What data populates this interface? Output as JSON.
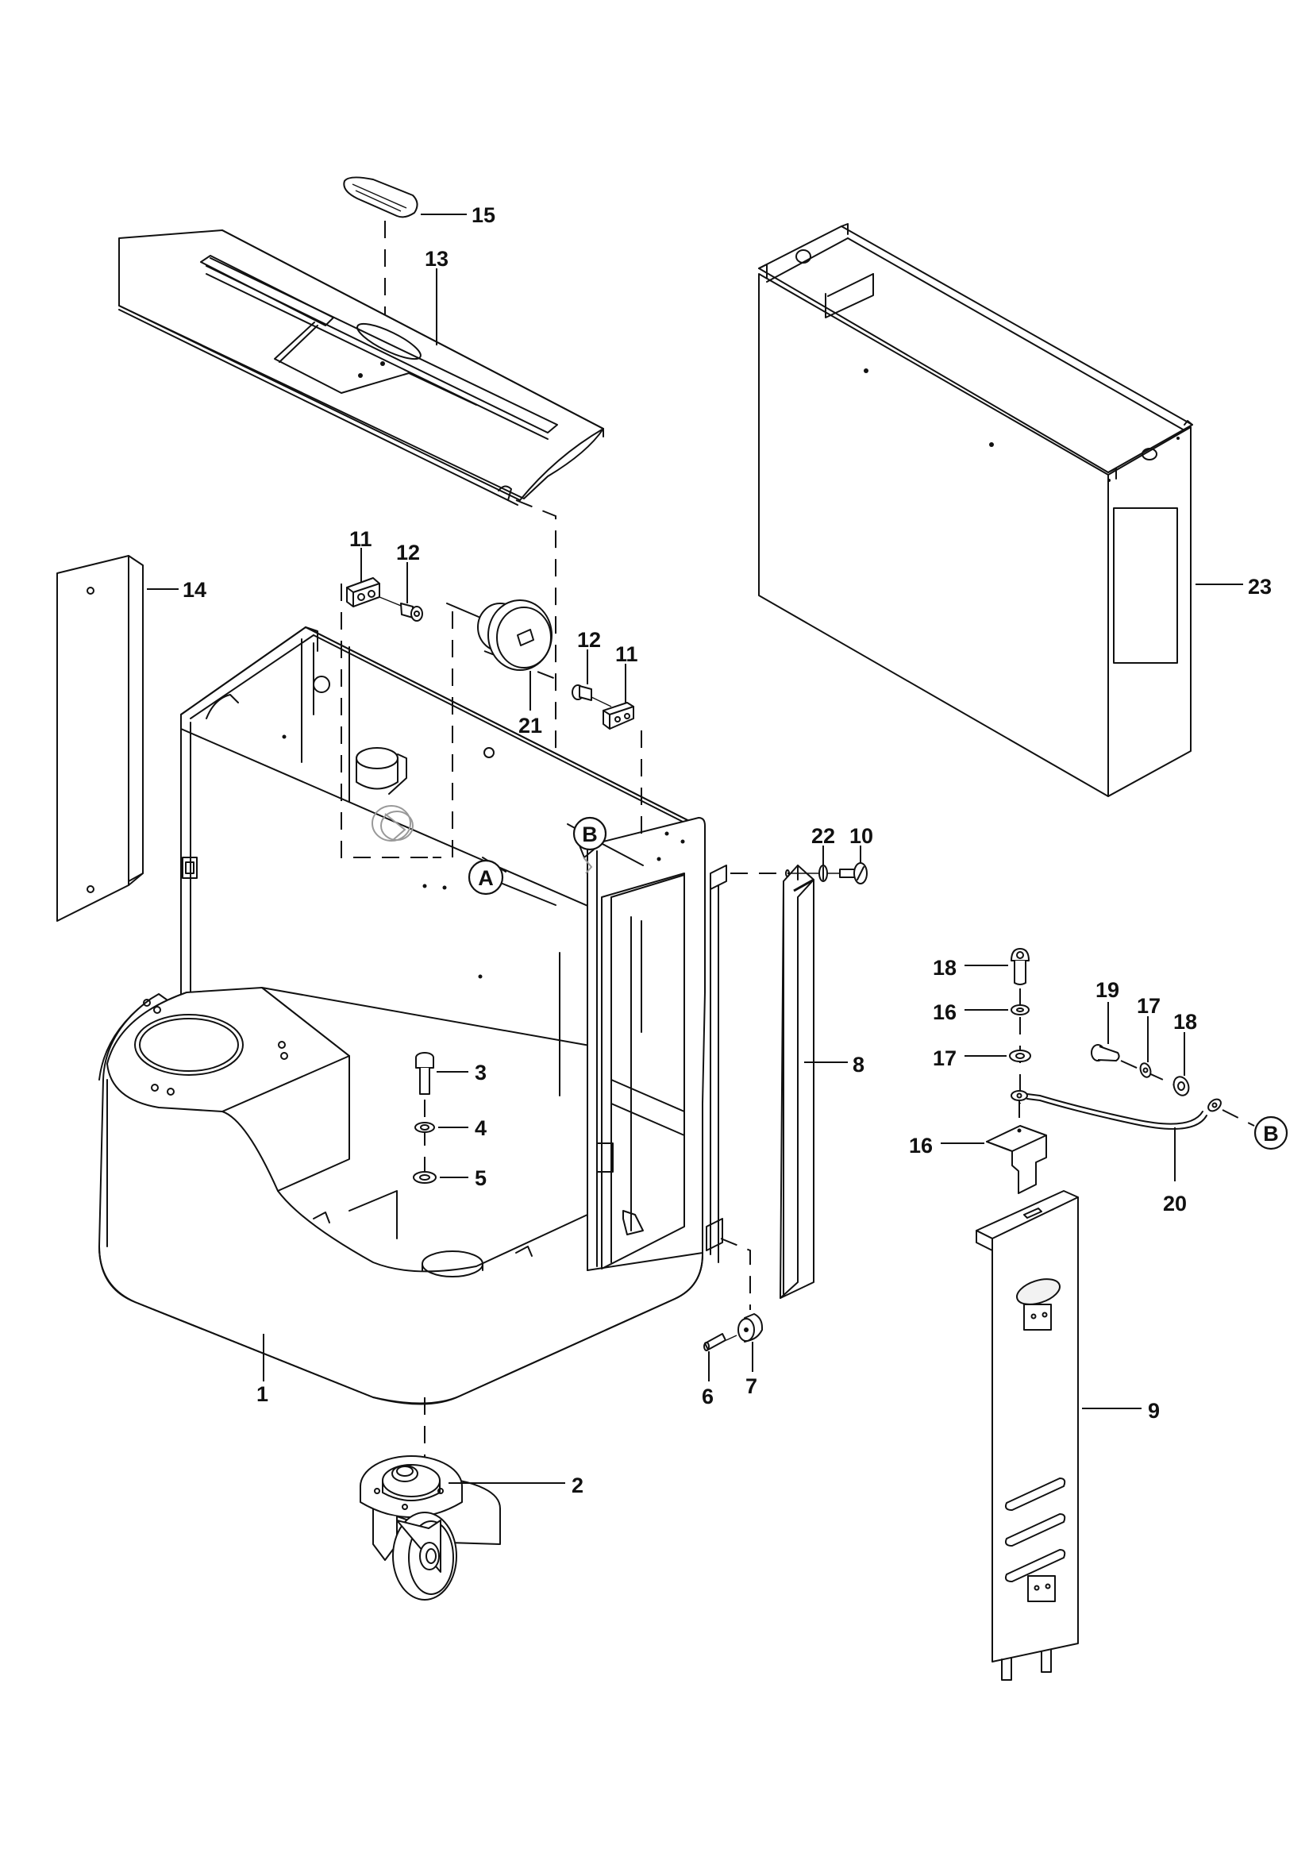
{
  "diagram": {
    "type": "exploded-parts-view",
    "callouts": [
      {
        "id": "1",
        "text": "1"
      },
      {
        "id": "2",
        "text": "2"
      },
      {
        "id": "3",
        "text": "3"
      },
      {
        "id": "4",
        "text": "4"
      },
      {
        "id": "5",
        "text": "5"
      },
      {
        "id": "6",
        "text": "6"
      },
      {
        "id": "7",
        "text": "7"
      },
      {
        "id": "8",
        "text": "8"
      },
      {
        "id": "9",
        "text": "9"
      },
      {
        "id": "10",
        "text": "10"
      },
      {
        "id": "11a",
        "text": "11"
      },
      {
        "id": "11b",
        "text": "11"
      },
      {
        "id": "12a",
        "text": "12"
      },
      {
        "id": "12b",
        "text": "12"
      },
      {
        "id": "13",
        "text": "13"
      },
      {
        "id": "14",
        "text": "14"
      },
      {
        "id": "15",
        "text": "15"
      },
      {
        "id": "16a",
        "text": "16"
      },
      {
        "id": "16b",
        "text": "16"
      },
      {
        "id": "17a",
        "text": "17"
      },
      {
        "id": "17b",
        "text": "17"
      },
      {
        "id": "18a",
        "text": "18"
      },
      {
        "id": "18b",
        "text": "18"
      },
      {
        "id": "19",
        "text": "19"
      },
      {
        "id": "20",
        "text": "20"
      },
      {
        "id": "21",
        "text": "21"
      },
      {
        "id": "22",
        "text": "22"
      },
      {
        "id": "23",
        "text": "23"
      }
    ],
    "reference_markers": [
      {
        "id": "A",
        "text": "A"
      },
      {
        "id": "B1",
        "text": "B"
      },
      {
        "id": "B2",
        "text": "B"
      }
    ]
  }
}
